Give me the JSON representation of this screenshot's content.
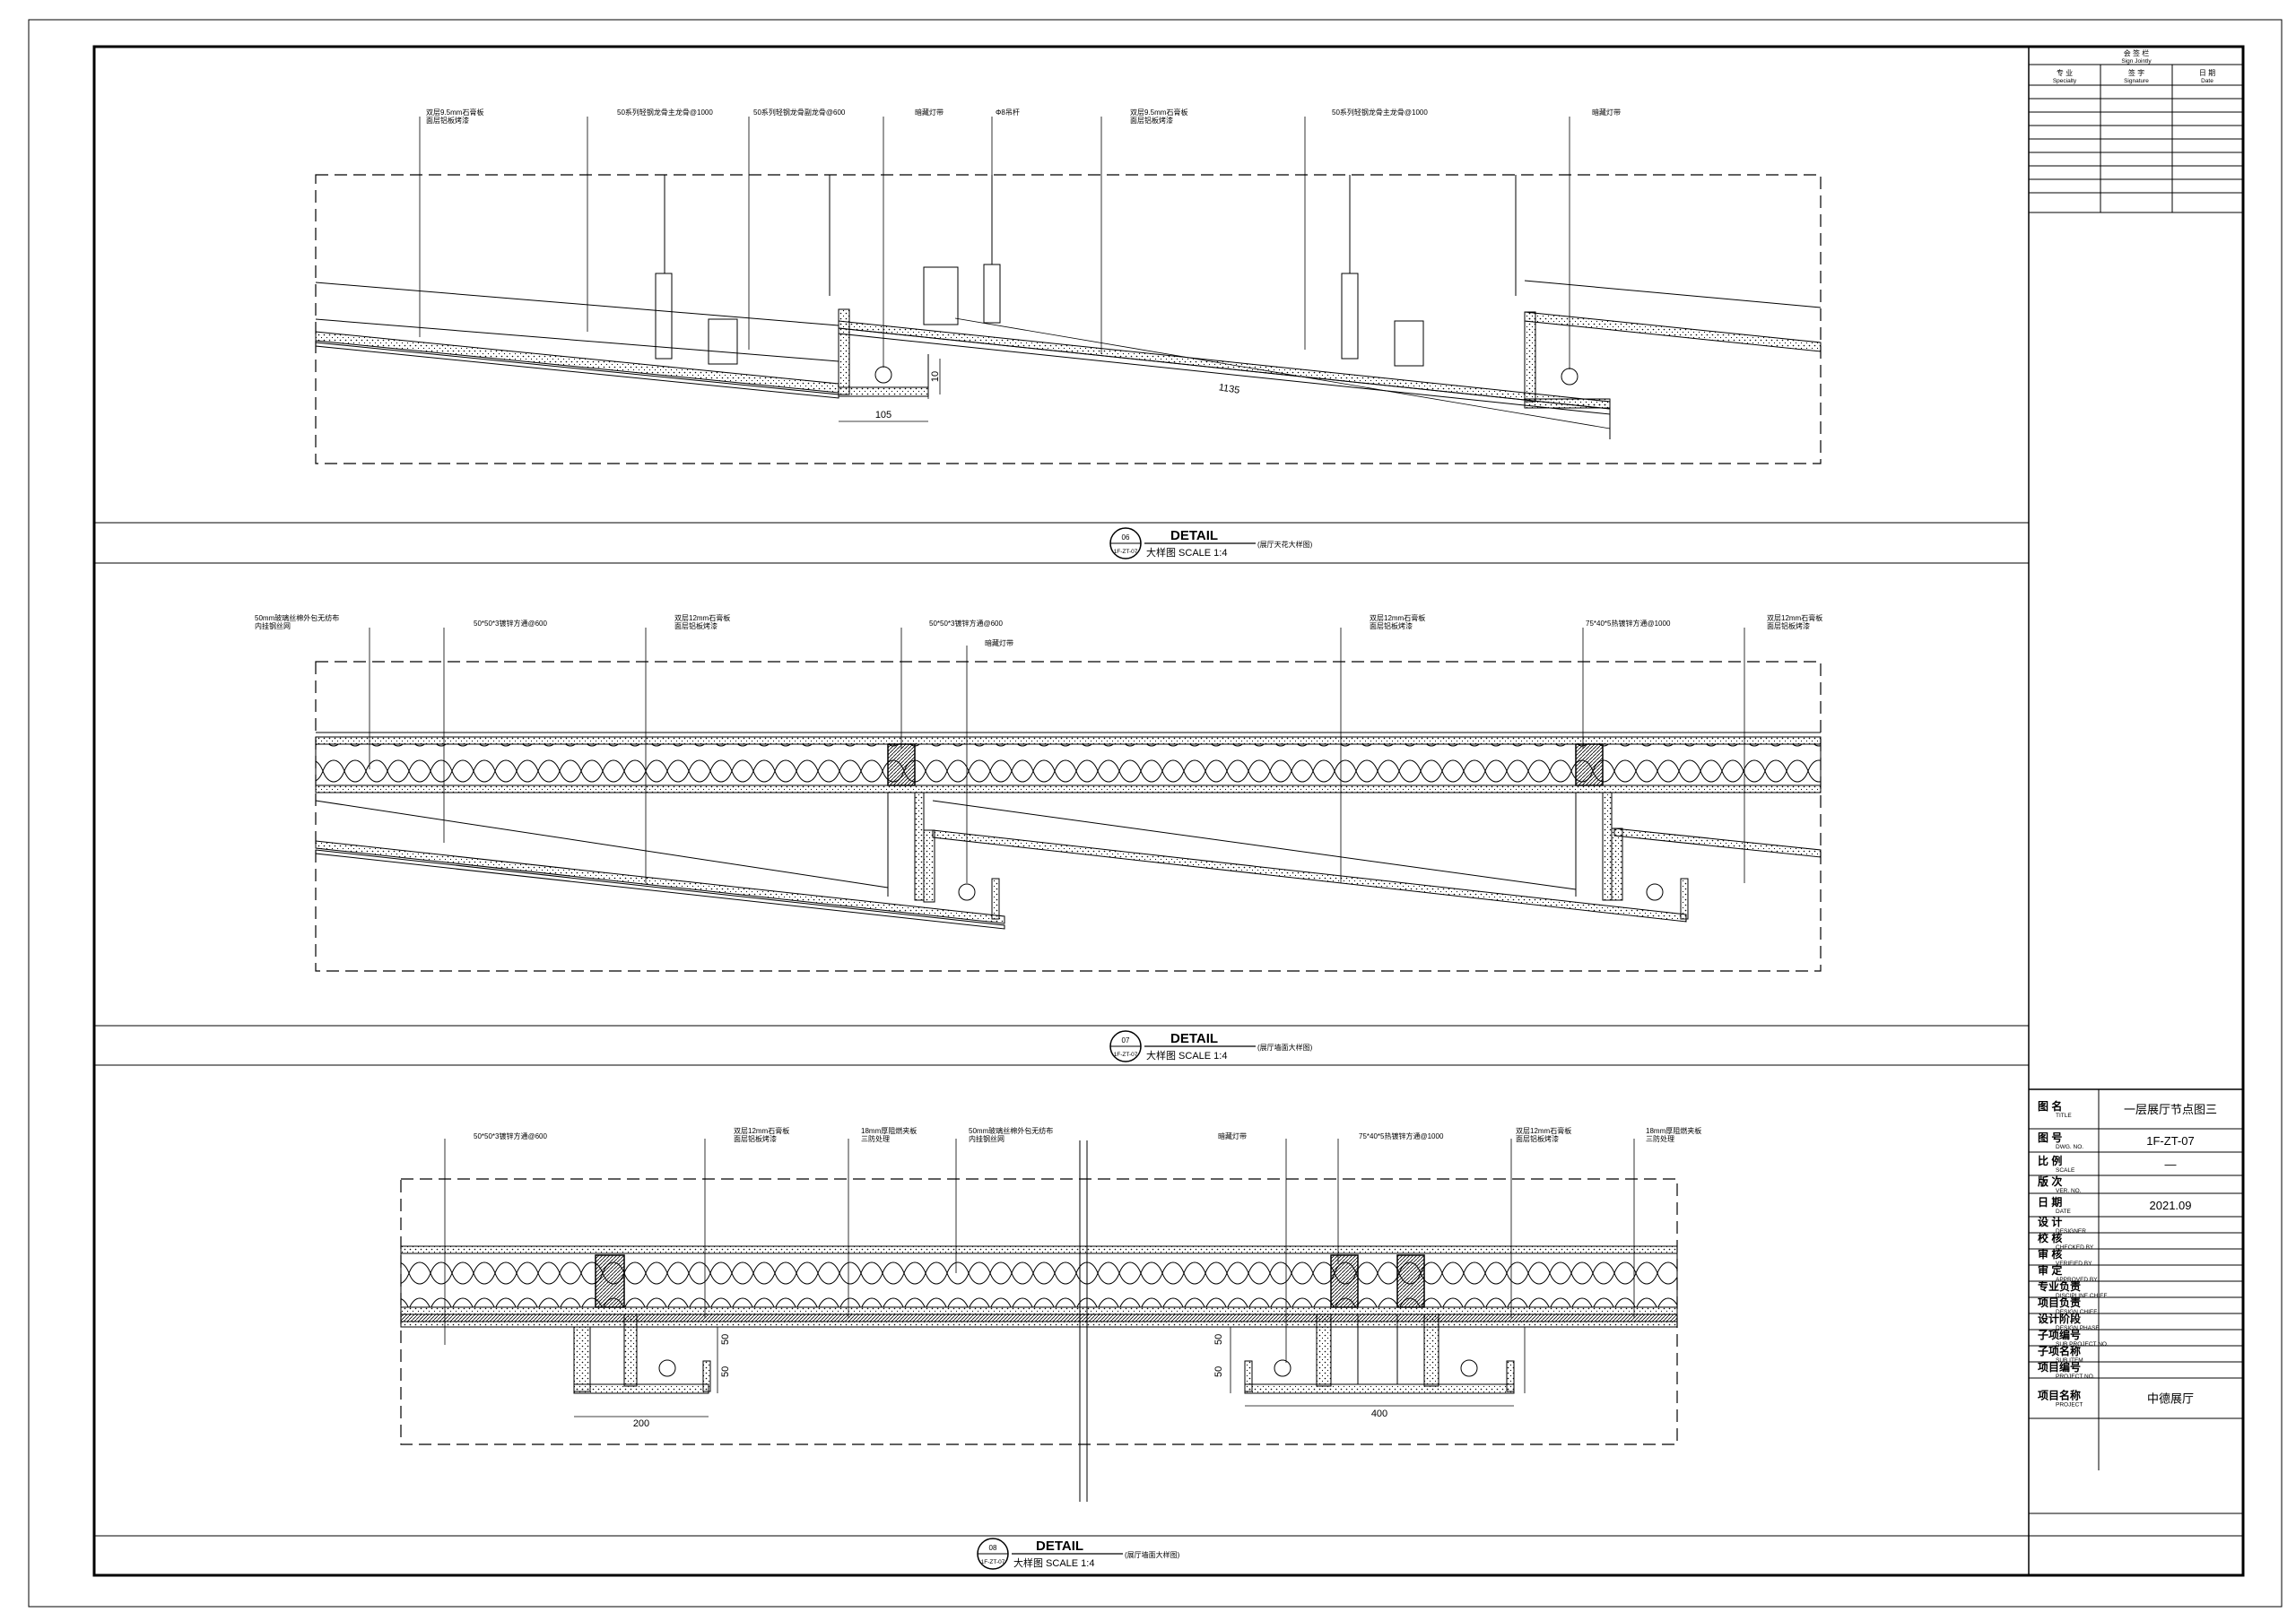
{
  "sign_block": {
    "title": "会 签 栏",
    "title_en": "Sign Jointly",
    "headers": [
      {
        "cn": "专 业",
        "en": "Specialty"
      },
      {
        "cn": "签 字",
        "en": "Signature"
      },
      {
        "cn": "日 期",
        "en": "Date"
      }
    ]
  },
  "title_block": {
    "rows": [
      {
        "label": "图  名",
        "label_en": "TITLE",
        "value": "一层展厅节点图三"
      },
      {
        "label": "图  号",
        "label_en": "DWG. NO.",
        "value": "1F-ZT-07"
      },
      {
        "label": "比  例",
        "label_en": "SCALE",
        "value": "—"
      },
      {
        "label": "版  次",
        "label_en": "VER. NO.",
        "value": ""
      },
      {
        "label": "日  期",
        "label_en": "DATE",
        "value": "2021.09"
      },
      {
        "label": "设  计",
        "label_en": "DESIGNER",
        "value": ""
      },
      {
        "label": "校  核",
        "label_en": "CHECKED BY",
        "value": ""
      },
      {
        "label": "审  核",
        "label_en": "VERIFIED BY",
        "value": ""
      },
      {
        "label": "审  定",
        "label_en": "APPROVED BY",
        "value": ""
      },
      {
        "label": "专业负责",
        "label_en": "DISCIPLINE CHIEF",
        "value": ""
      },
      {
        "label": "项目负责",
        "label_en": "DESIGN CHIEF",
        "value": ""
      },
      {
        "label": "设计阶段",
        "label_en": "DESIGN PHASE",
        "value": ""
      },
      {
        "label": "子项编号",
        "label_en": "SUB PROJECT NO.",
        "value": ""
      },
      {
        "label": "子项名称",
        "label_en": "SUB ITEM",
        "value": ""
      },
      {
        "label": "项目编号",
        "label_en": "PROJECT NO.",
        "value": ""
      },
      {
        "label": "项目名称",
        "label_en": "PROJECT",
        "value": "中德展厅"
      }
    ]
  },
  "details": [
    {
      "number": "06",
      "ref": "1F-ZT-07",
      "heading": "DETAIL",
      "subtitle": "大样图  SCALE  1:4",
      "caption": "(展厅天花大样图)",
      "labels": [
        "双层9.5mm石膏板\n面层铝板烤漆",
        "50系列轻钢龙骨主龙骨@1000",
        "50系列轻钢龙骨副龙骨@600",
        "暗藏灯带",
        "Φ8吊杆",
        "双层9.5mm石膏板\n面层铝板烤漆",
        "50系列轻钢龙骨主龙骨@1000",
        "暗藏灯带"
      ],
      "dims": [
        "105",
        "10",
        "1135"
      ]
    },
    {
      "number": "07",
      "ref": "1F-ZT-07",
      "heading": "DETAIL",
      "subtitle": "大样图  SCALE  1:4",
      "caption": "(展厅墙面大样图)",
      "labels": [
        "50mm玻璃丝棉外包无纺布\n内挂钢丝网",
        "50*50*3镀锌方通@600",
        "双层12mm石膏板\n面层铝板烤漆",
        "50*50*3镀锌方通@600",
        "暗藏灯带",
        "双层12mm石膏板\n面层铝板烤漆",
        "75*40*5热镀锌方通@1000",
        "双层12mm石膏板\n面层铝板烤漆"
      ]
    },
    {
      "number": "08",
      "ref": "1F-ZT-07",
      "heading": "DETAIL",
      "subtitle": "大样图  SCALE  1:4",
      "caption": "(展厅墙面大样图)",
      "labels": [
        "50*50*3镀锌方通@600",
        "双层12mm石膏板\n面层铝板烤漆",
        "18mm厚阻燃夹板\n三防处理",
        "50mm玻璃丝棉外包无纺布\n内挂钢丝网",
        "暗藏灯带",
        "75*40*5热镀锌方通@1000",
        "双层12mm石膏板\n面层铝板烤漆",
        "18mm厚阻燃夹板\n三防处理"
      ],
      "dims": [
        "50",
        "50",
        "200",
        "50",
        "50",
        "400"
      ]
    }
  ]
}
